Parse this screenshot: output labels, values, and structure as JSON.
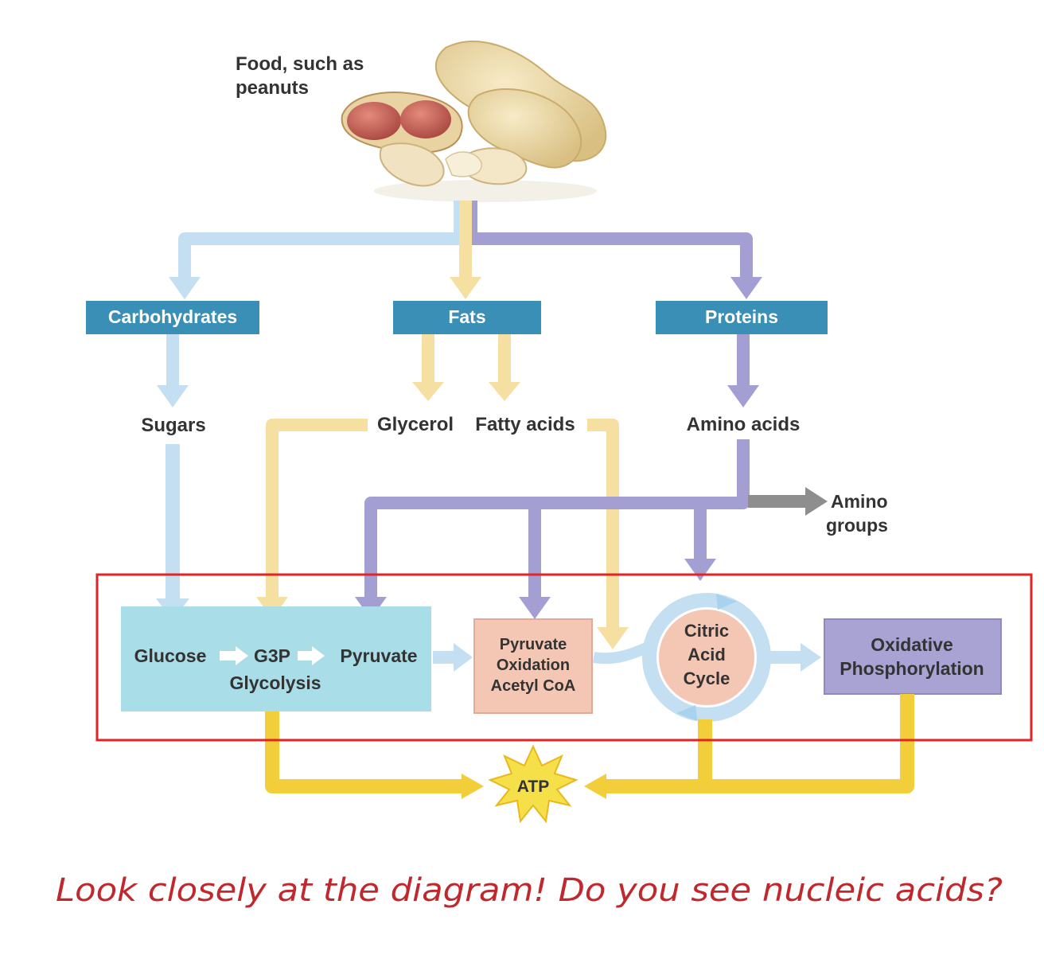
{
  "food": {
    "line1": "Food, such as",
    "line2": "peanuts"
  },
  "macros": {
    "carbohydrates": "Carbohydrates",
    "fats": "Fats",
    "proteins": "Proteins"
  },
  "monomers": {
    "sugars": "Sugars",
    "glycerol": "Glycerol",
    "fatty_acids": "Fatty acids",
    "amino_acids": "Amino acids",
    "amino_groups_line1": "Amino",
    "amino_groups_line2": "groups"
  },
  "pathway": {
    "glucose": "Glucose",
    "g3p": "G3P",
    "pyruvate": "Pyruvate",
    "glycolysis": "Glycolysis",
    "pyruvate_oxidation_line1": "Pyruvate",
    "pyruvate_oxidation_line2": "Oxidation",
    "pyruvate_oxidation_line3": "Acetyl CoA",
    "citric_line1": "Citric",
    "citric_line2": "Acid",
    "citric_line3": "Cycle",
    "oxphos_line1": "Oxidative",
    "oxphos_line2": "Phosphorylation",
    "atp": "ATP"
  },
  "caption": "Look closely at the diagram! Do you see nucleic acids?",
  "colors": {
    "carb_path": "#c4def2",
    "fat_path": "#f6e0a1",
    "protein_path": "#a49fd2",
    "amino_group_arrow": "#8e8e8e",
    "atp_path": "#f2cf3a",
    "header_box": "#3a8fb7",
    "glycolysis_box": "#a9dde7",
    "pyruvate_ox_box": "#f4c6b4",
    "citric_center": "#f4c6b4",
    "oxphos_box": "#a9a3d4",
    "highlight_frame": "#e32424",
    "caption_text": "#c0282d"
  }
}
